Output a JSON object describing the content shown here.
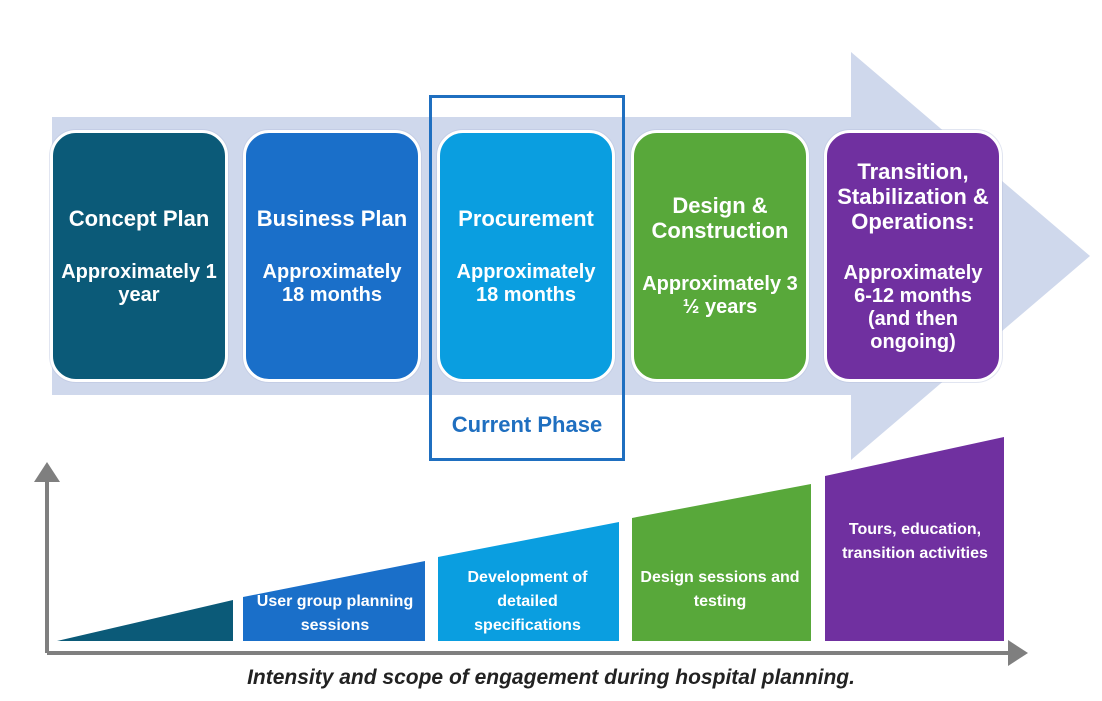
{
  "phases": [
    {
      "title": "Concept Plan",
      "duration": "Approximately 1 year",
      "color": "#0b5a78"
    },
    {
      "title": "Business Plan",
      "duration": "Approximately 18 months",
      "color": "#1a6fc9"
    },
    {
      "title": "Procurement",
      "duration": "Approximately 18 months",
      "color": "#0a9ee0"
    },
    {
      "title": "Design & Construction",
      "duration": "Approximately 3 ½ years",
      "color": "#58a83a"
    },
    {
      "title": "Transition, Stabilization & Operations:",
      "duration": "Approximately 6-12 months (and then ongoing)",
      "color": "#7030a0"
    }
  ],
  "current_phase_label": "Current Phase",
  "engagement": [
    {
      "label": "",
      "color": "#0b5a78"
    },
    {
      "label": "User group planning sessions",
      "color": "#1a6fc9"
    },
    {
      "label": "Development of detailed specifications",
      "color": "#0a9ee0"
    },
    {
      "label": "Design sessions and testing",
      "color": "#58a83a"
    },
    {
      "label": "Tours, education, transition activities",
      "color": "#7030a0"
    }
  ],
  "caption": "Intensity and scope of engagement during hospital planning.",
  "colors": {
    "arrow": "#cfd8ec",
    "axis": "#7f7f7f",
    "current_frame": "#1f6fc0"
  }
}
